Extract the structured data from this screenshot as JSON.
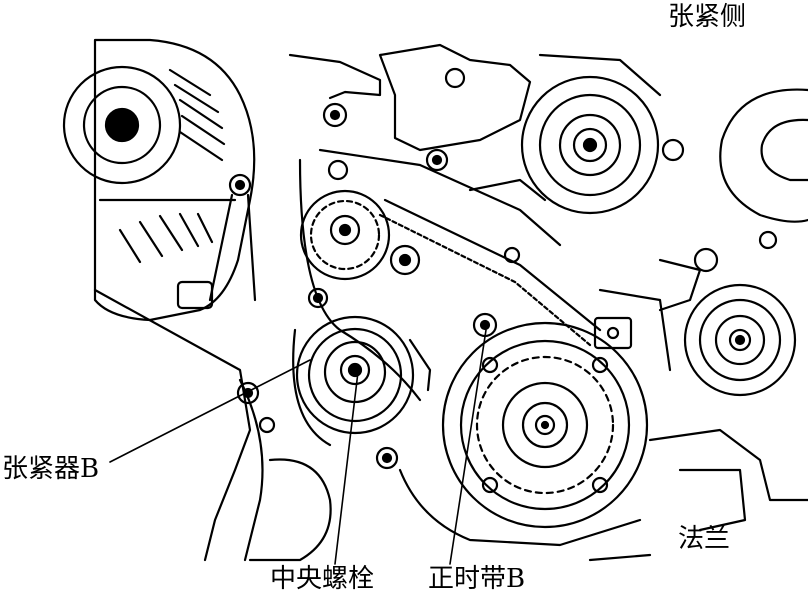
{
  "labels": {
    "tensioner_side": "张紧侧",
    "tensioner_b": "张紧器B",
    "center_bolt": "中央螺栓",
    "timing_belt_b": "正时带B",
    "flange": "法兰"
  },
  "colors": {
    "ink": "#000000",
    "paper": "#ffffff"
  }
}
